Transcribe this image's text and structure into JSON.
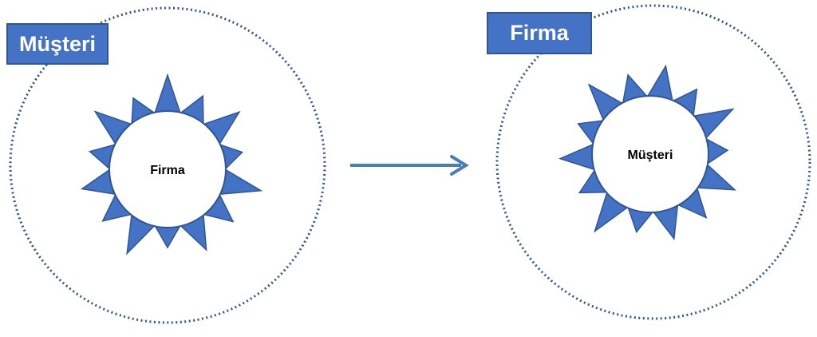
{
  "left_group": {
    "label": "Müşteri",
    "center_text": "Firma"
  },
  "right_group": {
    "label": "Firma",
    "center_text": "Müşteri"
  },
  "colors": {
    "shape_fill": "#4472c4",
    "shape_stroke": "#2f5597",
    "dotted_circle": "#2f5597",
    "arrow": "#4a7ebb",
    "label_text": "#ffffff",
    "center_text": "#000000"
  },
  "relations": [
    {
      "from": "left_group",
      "to": "right_group",
      "kind": "arrow"
    }
  ]
}
